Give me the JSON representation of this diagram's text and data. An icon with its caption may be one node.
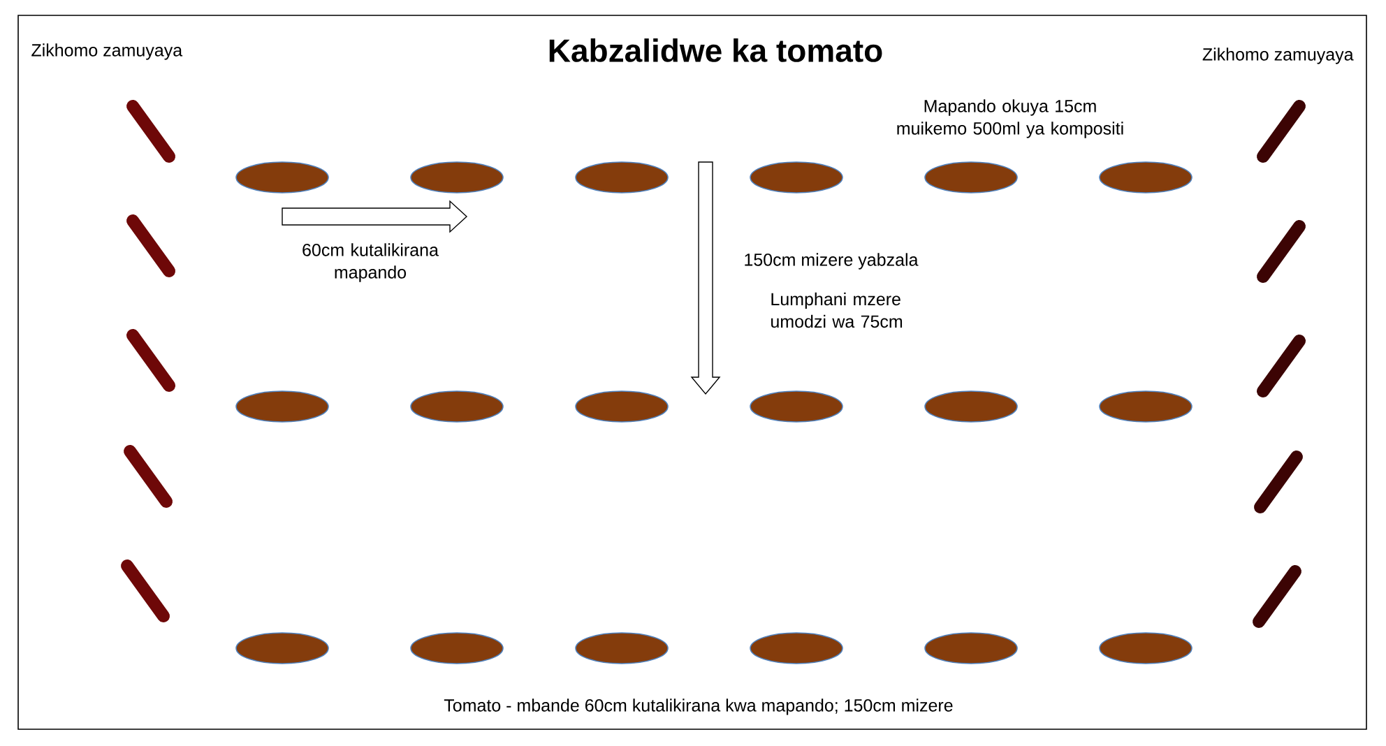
{
  "diagram": {
    "title": "Kabzalidwe ka tomato",
    "caption": "Tomato - mbande 60cm kutalikirana kwa mapando; 150cm mizere",
    "labels": [
      "Zikhomo zamuyaya",
      "Zikhomo zamuyaya",
      "Mapando okuya 15cm muikemo 500ml ya kompositi",
      "60cm kutalikirana mapando",
      "150cm mizere yabzala",
      "Lumphani mzere umodzi wa 75cm"
    ]
  }
}
